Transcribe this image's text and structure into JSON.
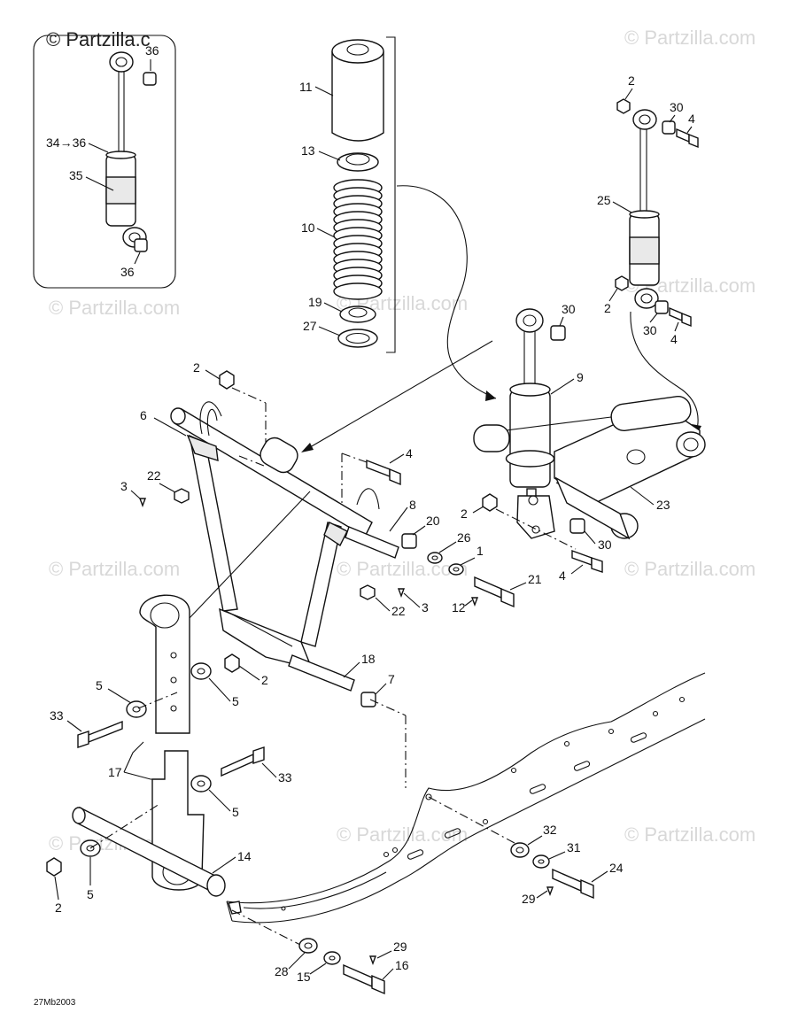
{
  "watermark_top": "© Partzilla.c",
  "watermark": "© Partzilla.com",
  "drawing_code": "27Mb2003",
  "callouts": {
    "c2_nut_top_right": "2",
    "c30_top_right": "30",
    "c4_top_right": "4",
    "c25": "25",
    "c2_mid_right": "2",
    "c30_mid_right": "30",
    "c4_mid_right": "4",
    "c36_a": "36",
    "c34_36": "34→36",
    "c35": "35",
    "c36_b": "36",
    "c11": "11",
    "c13": "13",
    "c10": "10",
    "c19": "19",
    "c27": "27",
    "c30_shock": "30",
    "c9": "9",
    "c2_arm": "2",
    "c6": "6",
    "c22_a": "22",
    "c3_a": "3",
    "c4_arm": "4",
    "c8": "8",
    "c20": "20",
    "c26": "26",
    "c1": "1",
    "c21": "21",
    "c12": "12",
    "c22_b": "22",
    "c3_b": "3",
    "c2_cross": "2",
    "c23": "23",
    "c30_cross": "30",
    "c4_cross": "4",
    "c18": "18",
    "c7": "7",
    "c5_a": "5",
    "c2_link": "2",
    "c5_b": "5",
    "c33_a": "33",
    "c17": "17",
    "c33_b": "33",
    "c5_c": "5",
    "c14": "14",
    "c2_bottom": "2",
    "c5_bottom": "5",
    "c32": "32",
    "c31": "31",
    "c24": "24",
    "c29_a": "29",
    "c28": "28",
    "c15": "15",
    "c29_b": "29",
    "c16": "16"
  }
}
